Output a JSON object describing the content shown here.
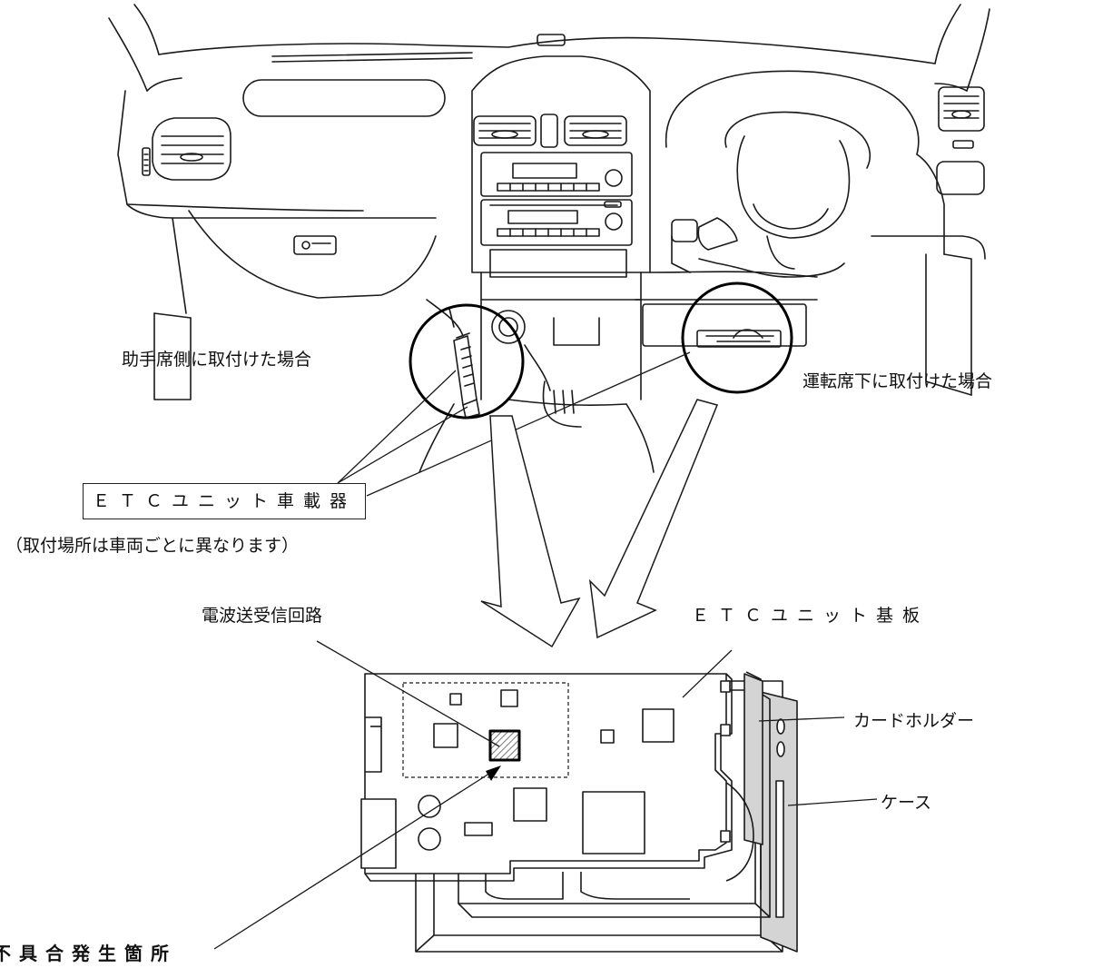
{
  "labels": {
    "passenger_side": "助手席側に取付けた場合",
    "driver_side": "運転席下に取付けた場合",
    "etc_unit_box": "ＥＴＣユニット車載器",
    "install_note": "（取付場所は車両ごとに異なります）",
    "radio_circuit": "電波送受信回路",
    "etc_board": "ＥＴＣユニット基板",
    "card_holder": "カードホルダー",
    "case": "ケース",
    "defect_location": "不具合発生箇所"
  },
  "colors": {
    "line": "#1a1a1a",
    "case_face": "#d4d4d4",
    "hatch": "#555555"
  }
}
